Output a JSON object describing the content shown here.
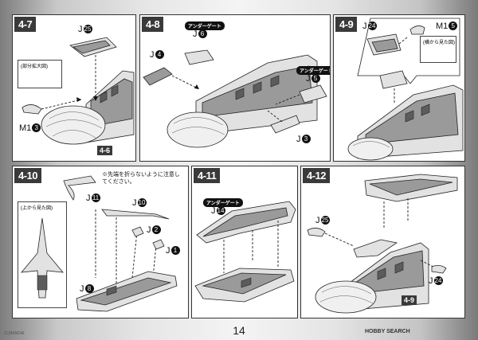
{
  "steps": {
    "s47": {
      "number": "4-7",
      "labels": {
        "j25": "J",
        "j25n": "25",
        "m1": "M1",
        "m1n": "3",
        "ref": "4-6"
      },
      "subbox": "(部分拡大図)"
    },
    "s48": {
      "number": "4-8",
      "labels": {
        "j6": "J",
        "j6n": "6",
        "j4": "J",
        "j4n": "4",
        "j5": "J",
        "j5n": "5",
        "j3": "J",
        "j3n": "3"
      },
      "tag_a": "アンダーゲート",
      "tag_b": "アンダーゲート"
    },
    "s49": {
      "number": "4-9",
      "labels": {
        "j24": "J",
        "j24n": "24",
        "m1": "M1",
        "m1n": "5"
      },
      "subbox": "(横から見た図)"
    },
    "s410": {
      "number": "4-10",
      "labels": {
        "j11": "J",
        "j11n": "11",
        "j10": "J",
        "j10n": "10",
        "j2": "J",
        "j2n": "2",
        "j1": "J",
        "j1n": "1",
        "j8": "J",
        "j8n": "8"
      },
      "note": "※先端を折らないように注意してください。",
      "subbox": "(上から見た図)"
    },
    "s411": {
      "number": "4-11",
      "labels": {
        "j14": "J",
        "j14n": "14"
      },
      "tag": "アンダーゲート"
    },
    "s412": {
      "number": "4-12",
      "labels": {
        "j25": "J",
        "j25n": "25",
        "j24": "J",
        "j24n": "24",
        "ref": "4-9"
      }
    }
  },
  "page_number": "14",
  "watermark": "HOBBY SEARCH",
  "copyright": "(C)BANDAI"
}
